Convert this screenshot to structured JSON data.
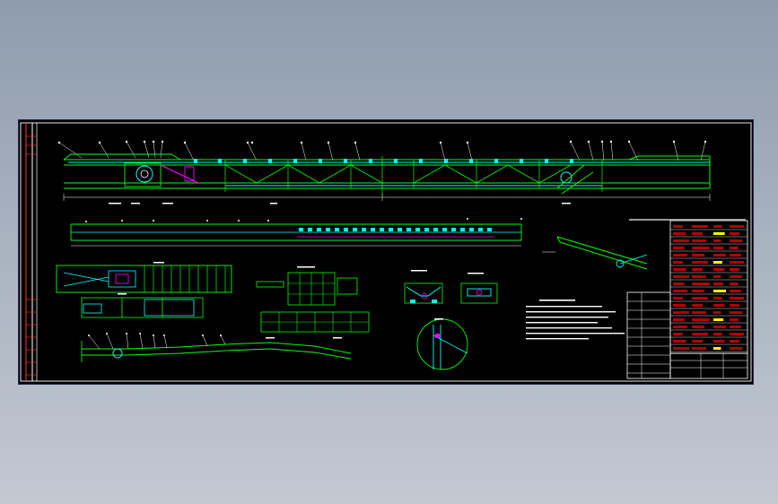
{
  "viewer": {
    "background": "#9aa6b6",
    "canvas": "#000000"
  },
  "colors": {
    "frame": "#ffffff",
    "structure": "#00ff00",
    "detail": "#00ffff",
    "accent": "#ff00ff",
    "text": "#ffffff",
    "highlight": "#ffff00",
    "table_fill": "#b30000",
    "border_red": "#ff3030"
  },
  "drawing": {
    "sections": [
      "main-elevation-view",
      "plan-view",
      "head-end-plan-view",
      "tail-end-side-view",
      "support-frame-detail",
      "section-a-detail",
      "section-b-detail",
      "circular-detail",
      "inclined-detail",
      "technical-notes",
      "parts-list",
      "title-block"
    ],
    "icons": [
      "drive-pulley-icon",
      "tail-pulley-icon",
      "idler-roller-icon"
    ]
  }
}
